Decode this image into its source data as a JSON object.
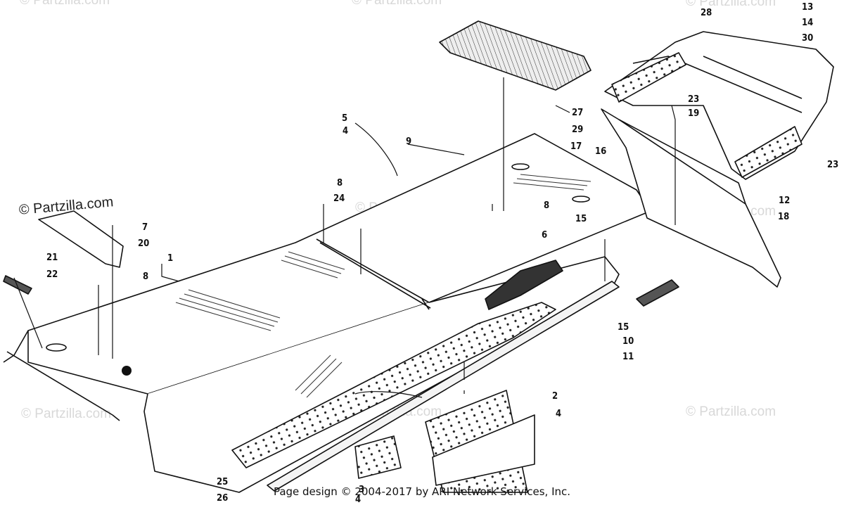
{
  "watermarks": {
    "main": "© Partzilla.com",
    "light": "© Partzilla.com"
  },
  "footer": "Page design © 2004-2017 by ARI Network Services, Inc.",
  "callouts": [
    "1",
    "2",
    "3",
    "4",
    "5",
    "6",
    "7",
    "8",
    "9",
    "10",
    "11",
    "12",
    "13",
    "14",
    "15",
    "16",
    "17",
    "18",
    "19",
    "20",
    "21",
    "22",
    "23",
    "24",
    "25",
    "26",
    "27",
    "28",
    "29",
    "30"
  ]
}
